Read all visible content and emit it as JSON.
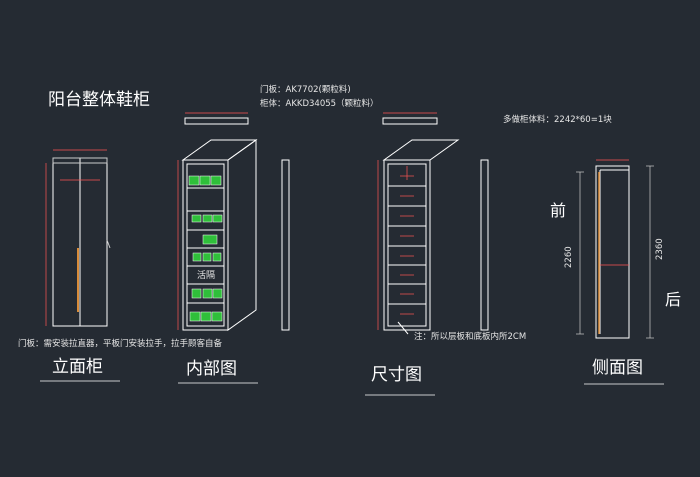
{
  "title": "阳台整体鞋柜",
  "spec": {
    "door_panel": "门板：AK7702(颗粒料)",
    "cabinet_body": "柜体：AKKD34055（颗粒料）",
    "extra_material": "多做柜体料：2242*60=1块"
  },
  "notes": {
    "door_note": "门板：需安装拉直器，平板门安装拉手，拉手顾客自备",
    "shelf_note": "注：所以层板和底板内所2CM",
    "adjustable": "活隔"
  },
  "views": {
    "elevation": "立面柜",
    "interior": "内部图",
    "dimensions": "尺寸图",
    "side": "侧面图"
  },
  "side_view": {
    "front": "前",
    "back": "后",
    "dim_inner": "2260",
    "dim_outer": "2360"
  },
  "colors": {
    "background": "#252b33",
    "lines": "#ffffff",
    "dimension": "#ff5555",
    "accent_green": "#2fbf3a",
    "accent_orange": "#d98c3a"
  }
}
